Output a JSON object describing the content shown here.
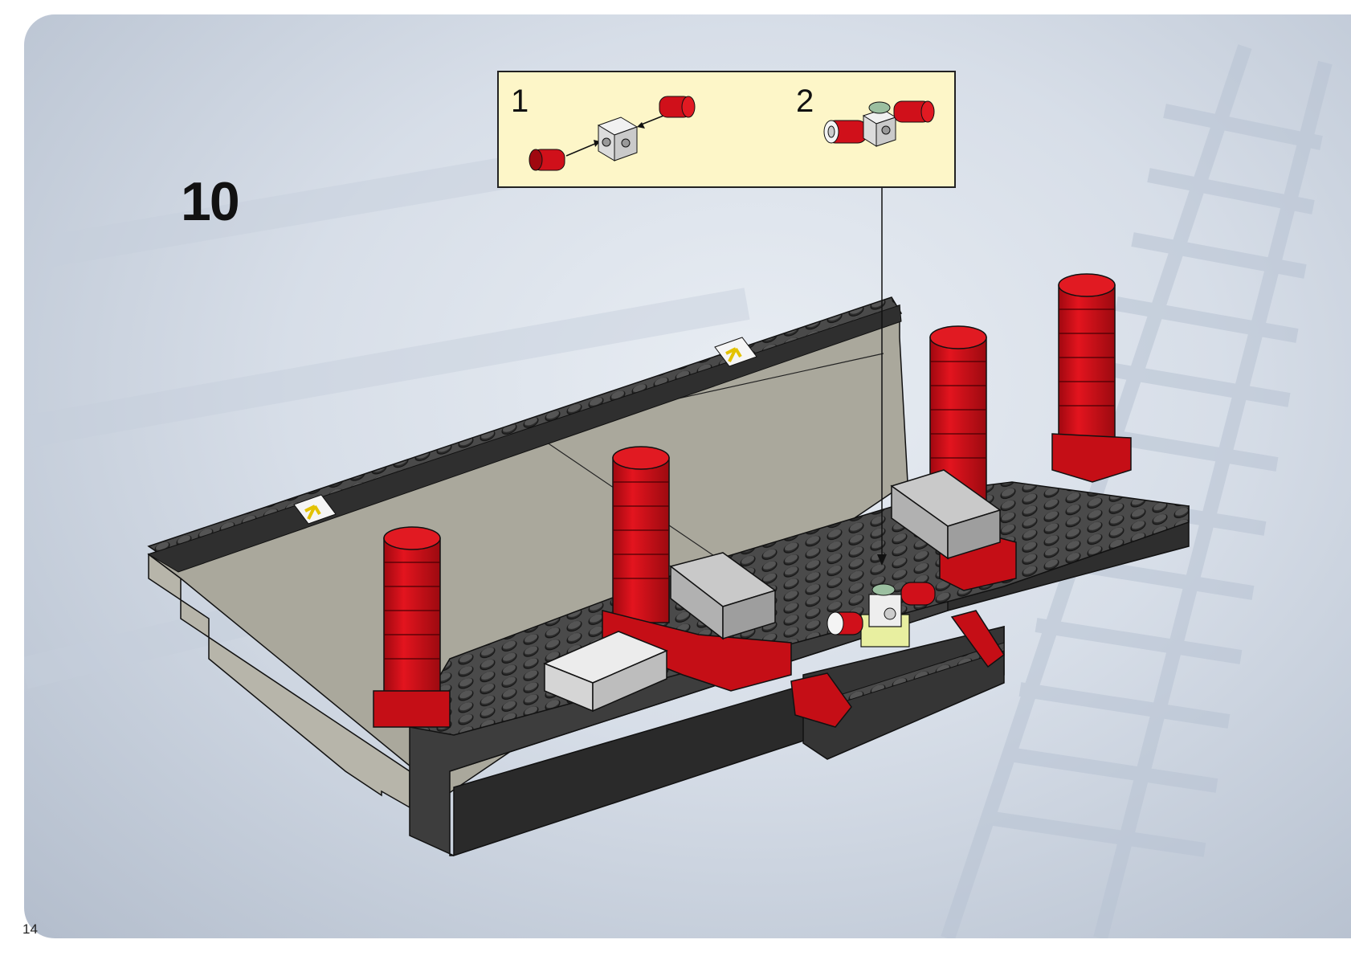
{
  "page": {
    "step_number": "10",
    "page_number": "14"
  },
  "callout": {
    "sub_steps": [
      "1",
      "2"
    ]
  },
  "colors": {
    "background": "#d7dee8",
    "callout_fill": "#fdf6c8",
    "brick_red": "#d0101a",
    "brick_black": "#3a3a3a",
    "brick_grey": "#a9a79c",
    "brick_white": "#f4f4f4",
    "arrow_yellow": "#f2d31b"
  },
  "icons": [
    "round-brick-column-icon",
    "brick-2x4-icon",
    "brick-1x1-with-studs-on-side-icon",
    "round-1x1-brick-icon",
    "round-plate-green-icon",
    "yellow-arrow-tile-icon"
  ]
}
